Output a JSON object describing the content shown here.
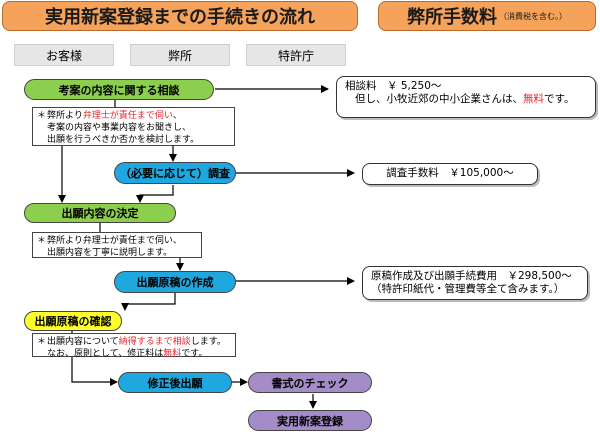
{
  "header": {
    "title": "実用新案登録までの手続きの流れ",
    "fee_title": "弊所手数料",
    "fee_note": "（消費税を含む。）"
  },
  "columns": [
    "お客様",
    "弊所",
    "特許庁"
  ],
  "steps": {
    "consult": "考案の内容に関する相談",
    "survey": "（必要に応じて）調査",
    "decide": "出願内容の決定",
    "draft": "出願原稿の作成",
    "confirm": "出願原稿の確認",
    "amend": "修正後出願",
    "check": "書式のチェック",
    "register": "実用新案登録"
  },
  "notes": {
    "n1": {
      "star": "＊",
      "l1a": "弊所より",
      "l1b": "弁理士が責任まで伺い",
      "l1c": "、",
      "l2": "考案の内容や事業内容をお聞きし、",
      "l3": "出願を行うべきか否かを検討します。"
    },
    "n2": {
      "star": "＊",
      "l1": "弊所より弁理士が責任まで伺い、",
      "l2": "出願内容を丁寧に説明します。"
    },
    "n3": {
      "star": "＊",
      "l1a": "出願内容について",
      "l1b": "納得するまで相談",
      "l1c": "します。",
      "l2a": "なお、原則として、修正料は",
      "l2b": "無料",
      "l2c": "です。"
    }
  },
  "fees": {
    "consult": {
      "l1": "相談料　￥ 5,250～",
      "l2a": "但し、小牧近郊の中小企業さんは、",
      "l2b": "無料",
      "l2c": "です。"
    },
    "survey": "調査手数料　￥105,000～",
    "draft": {
      "l1": "原稿作成及び出願手続費用　￥298,500～",
      "l2": "（特許印紙代・管理費等全て含みます。）"
    }
  },
  "colors": {
    "title_bg": "#f5a25b",
    "green": "#8ccf4f",
    "blue": "#1fa7df",
    "yellow": "#ffff2e",
    "purple": "#a48cc8",
    "red_text": "#e8262b"
  }
}
